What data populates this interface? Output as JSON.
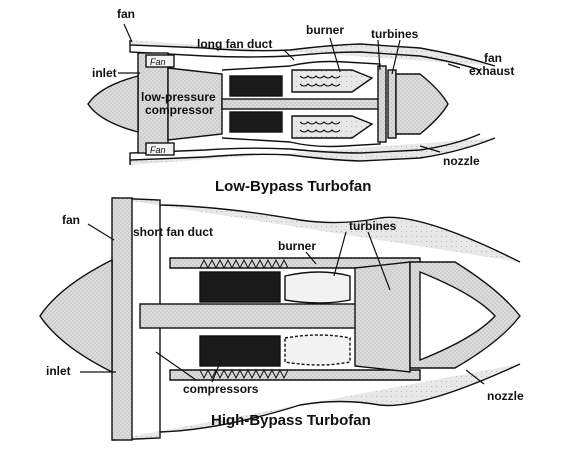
{
  "low_bypass": {
    "caption": "Low-Bypass Turbofan",
    "labels": {
      "fan": "fan",
      "inlet": "inlet",
      "long_fan_duct": "long fan duct",
      "burner": "burner",
      "turbines": "turbines",
      "fan_exhaust_line1": "fan",
      "fan_exhaust_line2": "exhaust",
      "lp_compressor_line1": "low-pressure",
      "lp_compressor_line2": "compressor",
      "nozzle": "nozzle",
      "fan_tag_top": "Fan",
      "fan_tag_bottom": "Fan"
    }
  },
  "high_bypass": {
    "caption": "High-Bypass Turbofan",
    "labels": {
      "fan": "fan",
      "short_fan_duct": "short fan duct",
      "burner": "burner",
      "turbines": "turbines",
      "inlet": "inlet",
      "compressors": "compressors",
      "nozzle": "nozzle"
    }
  }
}
